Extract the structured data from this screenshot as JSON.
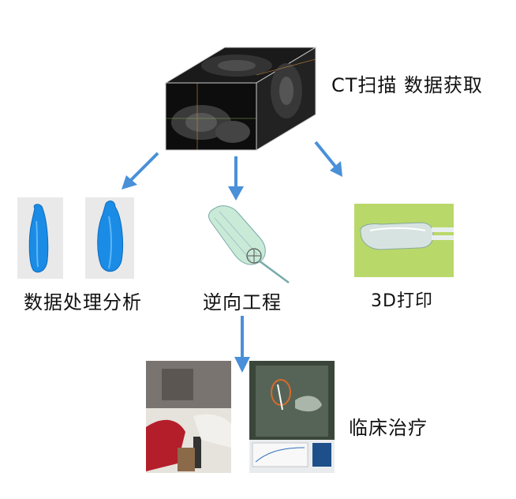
{
  "nodes": {
    "ct_scan": {
      "label": "CT扫描  数据获取"
    },
    "data_processing": {
      "label": "数据处理分析"
    },
    "reverse_engineering": {
      "label": "逆向工程"
    },
    "printing_3d": {
      "label": "3D打印"
    },
    "clinical": {
      "label": "临床治疗"
    }
  },
  "colors": {
    "arrow": "#4a90d9",
    "arrow_dark": "#2f6fb8",
    "ct_cube_face": "#111111",
    "model_blue": "#1a8ce6",
    "print_green": "#b9d86a"
  }
}
